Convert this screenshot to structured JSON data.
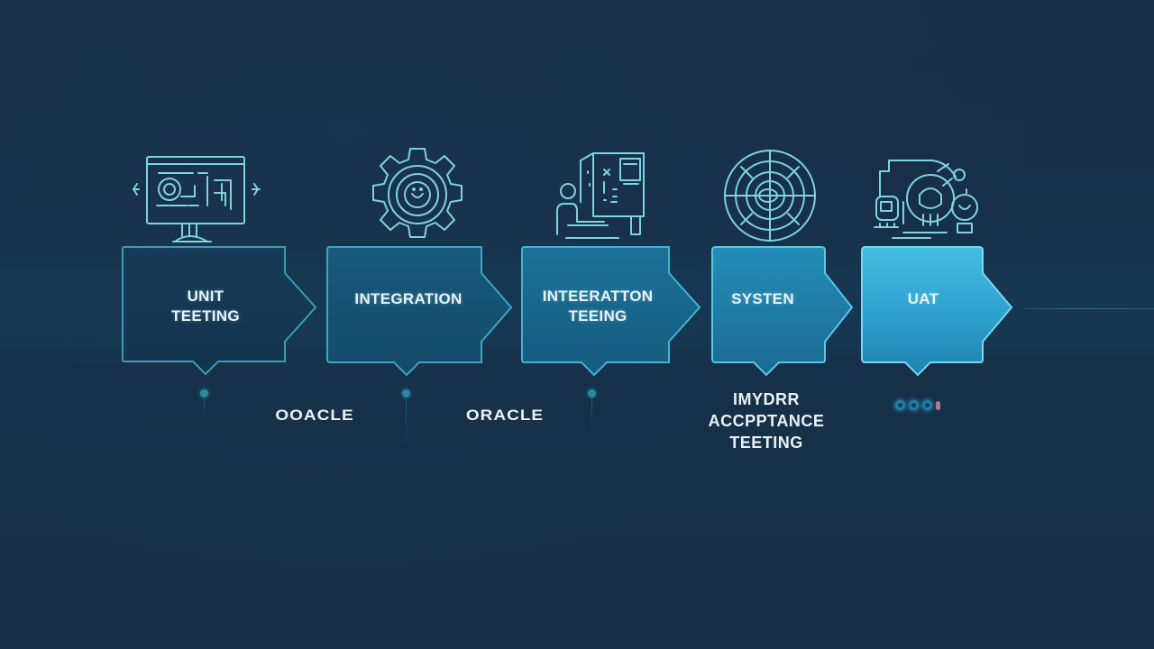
{
  "diagram": {
    "type": "process-flow",
    "background_color": "#172f45",
    "icon_color": "#7fd2df",
    "steps": [
      {
        "id": "unit",
        "label_lines": [
          "UNIT",
          "TEETING"
        ],
        "icon": "monitor-code-icon",
        "fill_top": "#163a55",
        "fill_bottom": "#143650",
        "border": "#3f9bb3",
        "marker": "dot",
        "below_label": []
      },
      {
        "id": "integration",
        "label_lines": [
          "INTEGRATION"
        ],
        "icon": "gear-icon",
        "fill_top": "#17577a",
        "fill_bottom": "#154c6c",
        "border": "#3da6c4",
        "marker": "dot",
        "below_label": []
      },
      {
        "id": "integration-testing",
        "label_lines": [
          "INTEERATTON",
          "TEEING"
        ],
        "icon": "person-at-server-icon",
        "fill_top": "#1a6d94",
        "fill_bottom": "#175e82",
        "border": "#44b3d1",
        "marker": "dot",
        "below_label": []
      },
      {
        "id": "system",
        "label_lines": [
          "SYSTEN"
        ],
        "icon": "radar-target-icon",
        "fill_top": "#2388b3",
        "fill_bottom": "#1b6f98",
        "border": "#5cc6e3",
        "marker": "none",
        "below_label": [
          "IMYDRR",
          "ACCPPTANCE",
          "TEETING"
        ]
      },
      {
        "id": "uat",
        "label_lines": [
          "UAT"
        ],
        "icon": "user-acceptance-cluster-icon",
        "fill_top": "#3db6dc",
        "fill_bottom": "#1e86b2",
        "border": "#79d6ef",
        "marker": "mini-dots",
        "below_label": []
      }
    ],
    "brand_labels": [
      "OOACLE",
      "ORACLE"
    ],
    "acceptance_label": [
      "IMYDRR",
      "ACCPPTANCE",
      "TEETING"
    ]
  }
}
